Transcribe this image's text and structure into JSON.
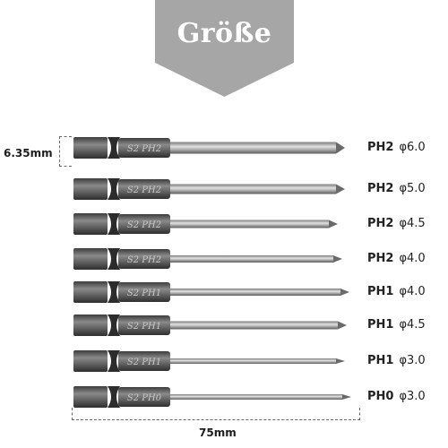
{
  "banner": {
    "title": "Größe",
    "color": "#a6a6a6"
  },
  "dimensions": {
    "hex_width": "6.35mm",
    "length": "75mm"
  },
  "bits": [
    {
      "type": "PH2",
      "diameter": "φ6.0",
      "engraving": "S2 PH2"
    },
    {
      "type": "PH2",
      "diameter": "φ5.0",
      "engraving": "S2 PH2"
    },
    {
      "type": "PH2",
      "diameter": "φ4.5",
      "engraving": "S2 PH2"
    },
    {
      "type": "PH2",
      "diameter": "φ4.0",
      "engraving": "S2 PH2"
    },
    {
      "type": "PH1",
      "diameter": "φ4.0",
      "engraving": "S2 PH1"
    },
    {
      "type": "PH1",
      "diameter": "φ4.5",
      "engraving": "S2 PH1"
    },
    {
      "type": "PH1",
      "diameter": "φ3.0",
      "engraving": "S2 PH1"
    },
    {
      "type": "PH0",
      "diameter": "φ3.0",
      "engraving": "S2 PH0"
    }
  ]
}
